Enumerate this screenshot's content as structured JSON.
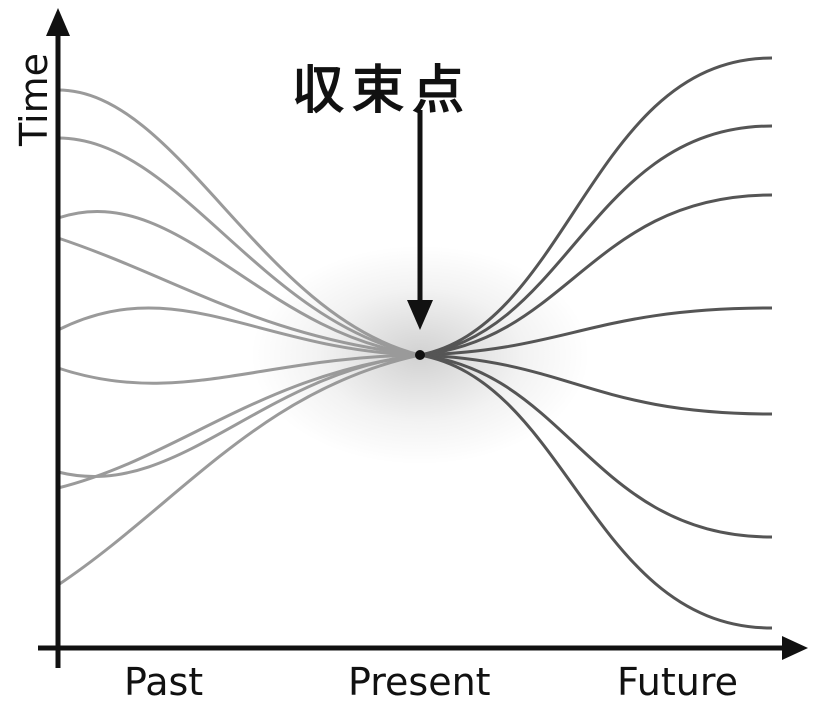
{
  "diagram": {
    "annotation": "収束点",
    "axes": {
      "y_label": "Time",
      "x_tick_labels": [
        "Past",
        "Present",
        "Future"
      ]
    },
    "colors": {
      "axis": "#111111",
      "past_lines": "#9a9a9a",
      "future_lines": "#555555",
      "arrow": "#111111"
    }
  }
}
